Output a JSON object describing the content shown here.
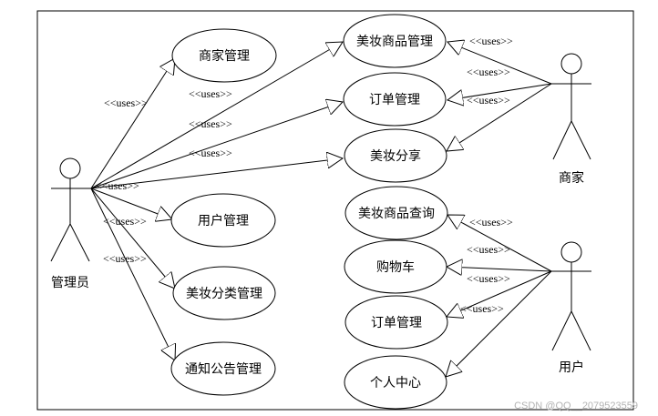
{
  "actors": [
    {
      "id": "admin",
      "label": "管理员"
    },
    {
      "id": "merchant",
      "label": "商家"
    },
    {
      "id": "user",
      "label": "用户"
    }
  ],
  "use_cases": [
    {
      "id": "merchant-mgmt",
      "label": "商家管理"
    },
    {
      "id": "user-mgmt",
      "label": "用户管理"
    },
    {
      "id": "category-mgmt",
      "label": "美妆分类管理"
    },
    {
      "id": "notice-mgmt",
      "label": "通知公告管理"
    },
    {
      "id": "product-mgmt",
      "label": "美妆商品管理"
    },
    {
      "id": "order-mgmt-m",
      "label": "订单管理"
    },
    {
      "id": "beauty-share",
      "label": "美妆分享"
    },
    {
      "id": "product-query",
      "label": "美妆商品查询"
    },
    {
      "id": "cart",
      "label": "购物车"
    },
    {
      "id": "order-mgmt-u",
      "label": "订单管理"
    },
    {
      "id": "personal-center",
      "label": "个人中心"
    }
  ],
  "relation_label": "<<uses>>",
  "watermark": "CSDN @QQ__2079523559"
}
